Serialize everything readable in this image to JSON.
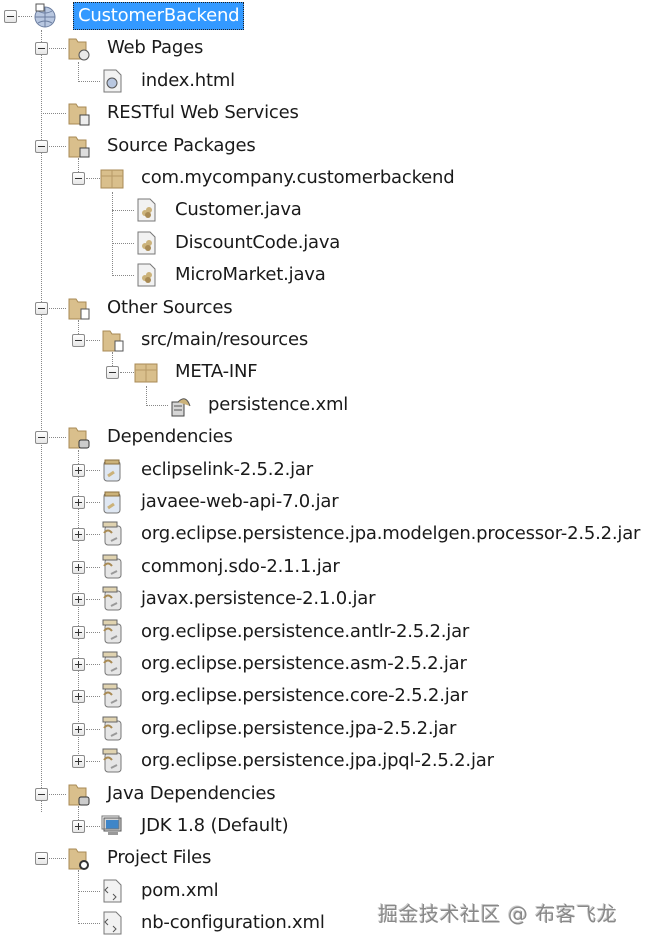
{
  "tree": {
    "root": {
      "label": "CustomerBackend",
      "icon": "globe-project-icon",
      "expanded": true,
      "selected": true
    },
    "nodes": [
      {
        "label": "Web Pages",
        "icon": "folder-web-icon",
        "level": 1,
        "toggle": "minus"
      },
      {
        "label": "index.html",
        "icon": "html-file-icon",
        "level": 2,
        "toggle": null
      },
      {
        "label": "RESTful Web Services",
        "icon": "folder-rest-icon",
        "level": 1,
        "toggle": null
      },
      {
        "label": "Source Packages",
        "icon": "folder-source-icon",
        "level": 1,
        "toggle": "minus"
      },
      {
        "label": "com.mycompany.customerbackend",
        "icon": "package-icon",
        "level": 2,
        "toggle": "minus"
      },
      {
        "label": "Customer.java",
        "icon": "java-file-icon",
        "level": 3,
        "toggle": null
      },
      {
        "label": "DiscountCode.java",
        "icon": "java-file-icon",
        "level": 3,
        "toggle": null
      },
      {
        "label": "MicroMarket.java",
        "icon": "java-file-icon",
        "level": 3,
        "toggle": null
      },
      {
        "label": "Other Sources",
        "icon": "folder-other-icon",
        "level": 1,
        "toggle": "minus"
      },
      {
        "label": "src/main/resources",
        "icon": "folder-resources-icon",
        "level": 2,
        "toggle": "minus"
      },
      {
        "label": "META-INF",
        "icon": "package-icon",
        "level": 3,
        "toggle": "minus"
      },
      {
        "label": "persistence.xml",
        "icon": "persistence-xml-icon",
        "level": 4,
        "toggle": null
      },
      {
        "label": "Dependencies",
        "icon": "folder-dependencies-icon",
        "level": 1,
        "toggle": "minus"
      },
      {
        "label": "eclipselink-2.5.2.jar",
        "icon": "jar-icon",
        "level": 2,
        "toggle": "plus"
      },
      {
        "label": "javaee-web-api-7.0.jar",
        "icon": "jar-icon",
        "level": 2,
        "toggle": "plus"
      },
      {
        "label": "org.eclipse.persistence.jpa.modelgen.processor-2.5.2.jar",
        "icon": "jar-transitive-icon",
        "level": 2,
        "toggle": "plus"
      },
      {
        "label": "commonj.sdo-2.1.1.jar",
        "icon": "jar-transitive-icon",
        "level": 2,
        "toggle": "plus"
      },
      {
        "label": "javax.persistence-2.1.0.jar",
        "icon": "jar-transitive-icon",
        "level": 2,
        "toggle": "plus"
      },
      {
        "label": "org.eclipse.persistence.antlr-2.5.2.jar",
        "icon": "jar-transitive-icon",
        "level": 2,
        "toggle": "plus"
      },
      {
        "label": "org.eclipse.persistence.asm-2.5.2.jar",
        "icon": "jar-transitive-icon",
        "level": 2,
        "toggle": "plus"
      },
      {
        "label": "org.eclipse.persistence.core-2.5.2.jar",
        "icon": "jar-transitive-icon",
        "level": 2,
        "toggle": "plus"
      },
      {
        "label": "org.eclipse.persistence.jpa-2.5.2.jar",
        "icon": "jar-transitive-icon",
        "level": 2,
        "toggle": "plus"
      },
      {
        "label": "org.eclipse.persistence.jpa.jpql-2.5.2.jar",
        "icon": "jar-transitive-icon",
        "level": 2,
        "toggle": "plus"
      },
      {
        "label": "Java Dependencies",
        "icon": "folder-java-dependencies-icon",
        "level": 1,
        "toggle": "minus"
      },
      {
        "label": "JDK 1.8 (Default)",
        "icon": "jdk-monitor-icon",
        "level": 2,
        "toggle": "plus"
      },
      {
        "label": "Project Files",
        "icon": "folder-project-files-icon",
        "level": 1,
        "toggle": "minus"
      },
      {
        "label": "pom.xml",
        "icon": "xml-file-icon",
        "level": 2,
        "toggle": null
      },
      {
        "label": "nb-configuration.xml",
        "icon": "xml-file-icon",
        "level": 2,
        "toggle": null
      }
    ]
  },
  "watermark": "掘金技术社区 @ 布客飞龙",
  "colors": {
    "selection": "#3399ff",
    "folder": "#d9bf8c",
    "tree_line": "#888888"
  }
}
